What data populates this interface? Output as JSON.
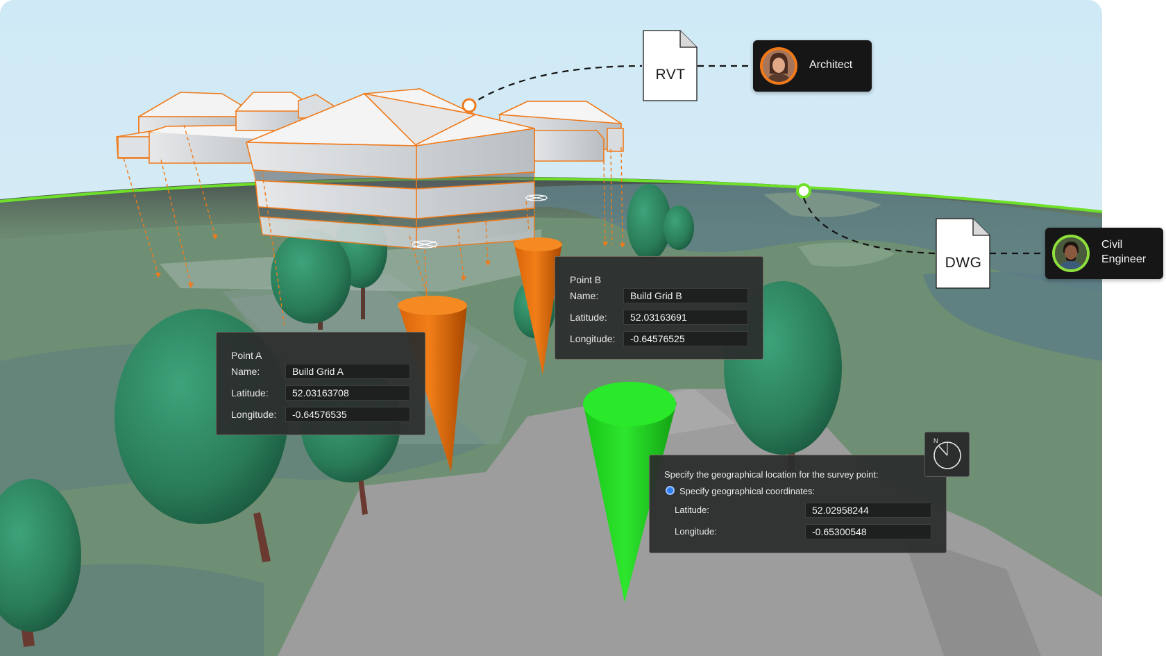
{
  "point_a": {
    "title": "Point A",
    "name_label": "Name:",
    "name_value": "Build Grid A",
    "latitude_label": "Latitude:",
    "latitude_value": "52.03163708",
    "longitude_label": "Longitude:",
    "longitude_value": "-0.64576535"
  },
  "point_b": {
    "title": "Point B",
    "name_label": "Name:",
    "name_value": "Build Grid B",
    "latitude_label": "Latitude:",
    "latitude_value": "52.03163691",
    "longitude_label": "Longitude:",
    "longitude_value": "-0.64576525"
  },
  "survey_panel": {
    "instruction": "Specify the geographical location for the survey point:",
    "radio_label": "Specify geographical coordinates:",
    "latitude_label": "Latitude:",
    "latitude_value": "52.02958244",
    "longitude_label": "Longitude:",
    "longitude_value": "-0.65300548"
  },
  "compass": {
    "north_label": "N",
    "icon": "compass-icon"
  },
  "files": {
    "rvt_label": "RVT",
    "dwg_label": "DWG",
    "icon": "file-icon"
  },
  "collaborators": {
    "architect_label": "Architect",
    "civil_line1": "Civil",
    "civil_line2": "Engineer",
    "architect_ring_color": "#f07a1a",
    "civil_ring_color": "#8ee03c"
  },
  "colors": {
    "orange": "#f07a1a",
    "green_highlight": "#6fe02a",
    "ground": "#6f8f74",
    "sky": "#d7ecf4",
    "road": "#9c9c9c",
    "tree": "#2f8a63",
    "pin_green": "#22dd22"
  }
}
